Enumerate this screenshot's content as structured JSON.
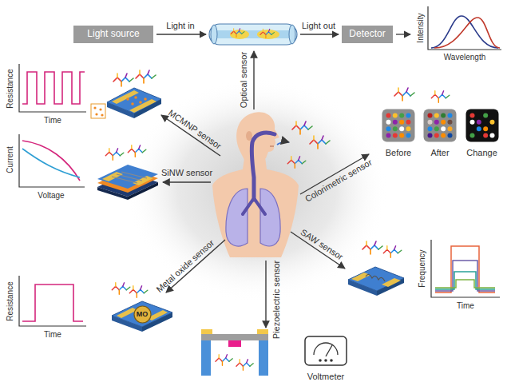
{
  "diagram": {
    "nodes": [
      {
        "text": [
          "Light source"
        ]
      },
      {
        "text": [
          "Detector"
        ]
      },
      {
        "text": [
          "Before"
        ]
      },
      {
        "text": [
          "After"
        ]
      },
      {
        "text": [
          "Change"
        ]
      },
      {
        "text": [
          "MO"
        ]
      },
      {
        "text": [
          "Voltmeter"
        ]
      }
    ],
    "labels": [
      "Light in",
      "Light out",
      "Intensity",
      "Wavelength",
      "Optical sensor",
      "MCMNP sensor",
      "Resistance",
      "Time",
      "SiNW sensor",
      "Current",
      "Voltage",
      "Metal oxide sensor",
      "Resistance",
      "Time",
      "Piezoelectric sensor",
      "SAW sensor",
      "Frequency",
      "Time",
      "Colorimetric sensor"
    ]
  }
}
